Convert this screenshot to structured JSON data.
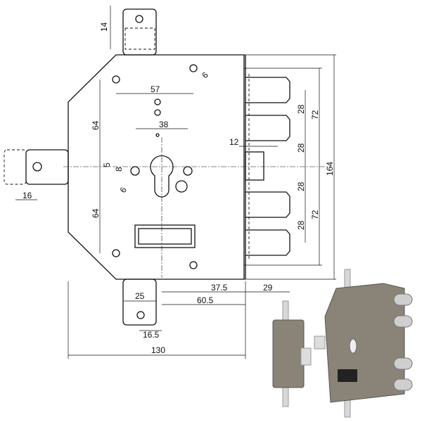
{
  "drawing": {
    "dimensions": {
      "top_tab": "14",
      "hole_spacing_top": "57",
      "hole_dia_top": "6",
      "upper_height": "64",
      "lower_height": "64",
      "cylinder_holes": "38",
      "offset_5": "5",
      "offset_8": "8",
      "hole_dia_cyl": "6",
      "left_tab": "16",
      "bottom_tab_width": "25",
      "bottom_tab_offset": "16.5",
      "backset": "60.5",
      "backset_37": "37.5",
      "bolt_throw": "29",
      "total_width": "130",
      "latch": "12",
      "bolt_pitch": [
        "28",
        "28",
        "28",
        "28"
      ],
      "half_height": [
        "72",
        "72"
      ],
      "total_height": "164"
    }
  },
  "colors": {
    "line": "#111111",
    "lock_body": "#8a8478",
    "chrome": "#c8c8c8"
  }
}
